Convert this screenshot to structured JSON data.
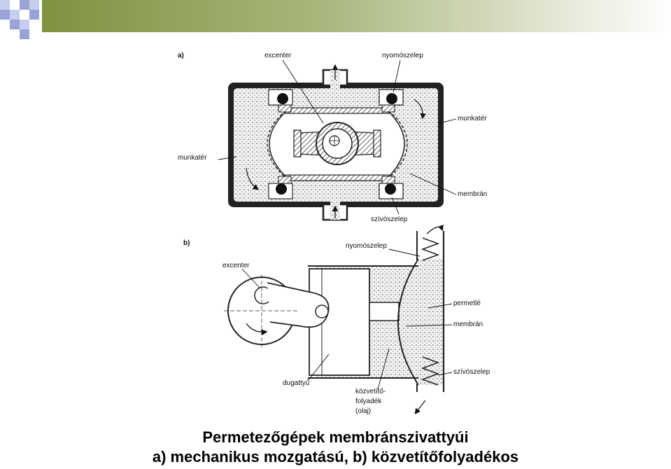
{
  "diagram_a": {
    "panel_label": "a)",
    "excenter_label": "excenter",
    "nyomoszelep_label": "nyomószelep",
    "munkater_right_label": "munkatér",
    "munkater_left_label": "munkatér",
    "membran_label": "membrán",
    "szivoszelep_label": "szívószelep"
  },
  "diagram_b": {
    "panel_label": "b)",
    "nyomoszelep_label": "nyomószelep",
    "excenter_label": "excenter",
    "permetle_label": "permetlé",
    "membran_label": "membrán",
    "szivoszelep_label": "szívószelep",
    "dugattyu_label": "dugattyú",
    "fluid_label_line1": "közvetítő-",
    "fluid_label_line2": "folyadék",
    "fluid_label_line3": "(olaj)"
  },
  "caption": {
    "line1": "Permetezőgépek membránszivattyúi",
    "line2": "a) mechanikus mozgatású, b) közvetítőfolyadékos"
  },
  "colors": {
    "band_start": "#8a9a4a",
    "band_end": "#ffffff",
    "deco_blue": "#9aa3d6",
    "deco_light": "#c7cdee"
  }
}
